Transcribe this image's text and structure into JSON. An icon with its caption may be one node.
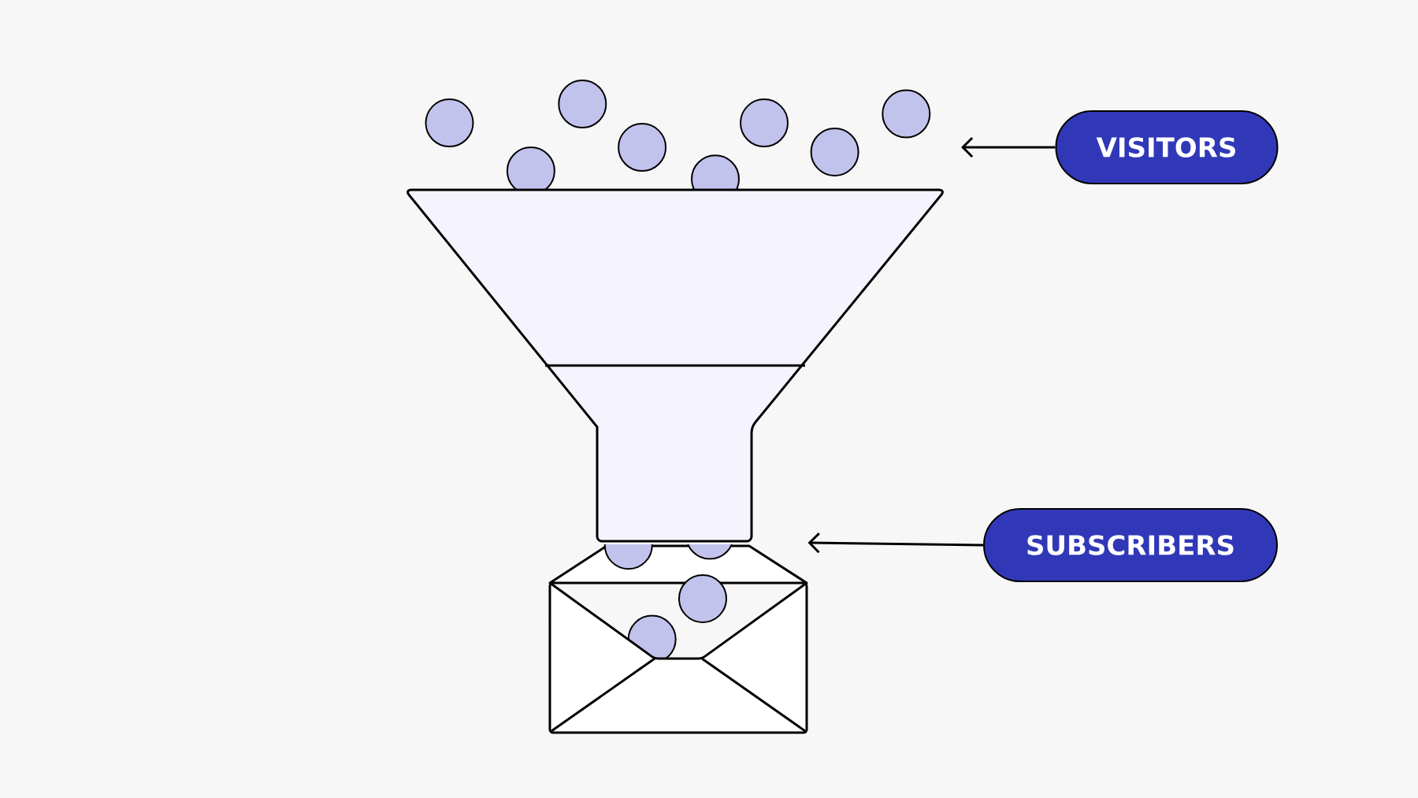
{
  "diagram": {
    "nodes": [
      {
        "text": [
          "VISITORS"
        ]
      },
      {
        "text": [
          "SUBSCRIBERS"
        ]
      },
      {
        "text": [],
        "shape": "picture"
      }
    ],
    "edges": [
      {
        "from": 0,
        "to": null,
        "arrow": "to"
      },
      {
        "from": 1,
        "to": 2,
        "arrow": "to"
      }
    ]
  }
}
